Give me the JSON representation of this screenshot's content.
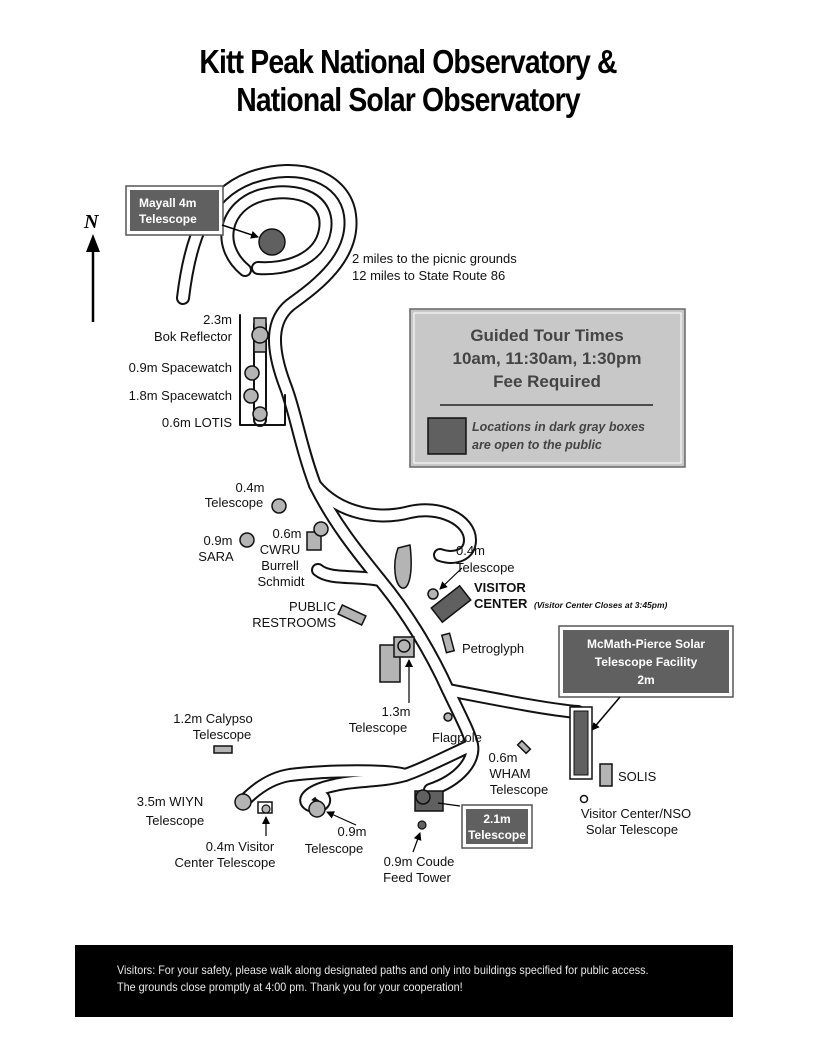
{
  "title": {
    "line1": "Kitt Peak National Observatory &",
    "line2": "National Solar Observatory"
  },
  "compass": {
    "label": "N",
    "icon": "north-arrow-icon"
  },
  "road_note": {
    "line1": "2 miles to the picnic grounds",
    "line2": "12 miles to State Route 86"
  },
  "tour_box": {
    "line1": "Guided Tour Times",
    "line2": "10am, 11:30am, 1:30pm",
    "line3": "Fee Required",
    "legend_line1": "Locations in dark gray boxes",
    "legend_line2": "are open to the public"
  },
  "public_boxes": {
    "mayall": {
      "line1": "Mayall 4m",
      "line2": "Telescope"
    },
    "mcmath": {
      "line1": "McMath-Pierce Solar",
      "line2": "Telescope Facility",
      "line3": "2m"
    },
    "t21": {
      "line1": "2.1m",
      "line2": "Telescope"
    }
  },
  "labels": {
    "bok": {
      "line1": "2.3m",
      "line2": "Bok Reflector"
    },
    "spacewatch09": "0.9m Spacewatch",
    "spacewatch18": "1.8m Spacewatch",
    "lotis": "0.6m LOTIS",
    "t04_upper": {
      "line1": "0.4m",
      "line2": "Telescope"
    },
    "sara": {
      "line1": "0.9m",
      "line2": "SARA"
    },
    "cwru": {
      "line1": "0.6m",
      "line2": "CWRU",
      "line3": "Burrell",
      "line4": "Schmidt"
    },
    "restrooms": {
      "line1": "PUBLIC",
      "line2": "RESTROOMS"
    },
    "t04_visitor": {
      "line1": "0.4m",
      "line2": "Telescope"
    },
    "visitor_center": {
      "line1": "VISITOR",
      "line2": "CENTER",
      "note": "(Visitor Center Closes at 3:45pm)"
    },
    "petroglyph": "Petroglyph",
    "t13": {
      "line1": "1.3m",
      "line2": "Telescope"
    },
    "calypso": {
      "line1": "1.2m Calypso",
      "line2": "Telescope"
    },
    "flagpole": "Flagpole",
    "wham": {
      "line1": "0.6m",
      "line2": "WHAM",
      "line3": "Telescope"
    },
    "solis": "SOLIS",
    "nso_solar": {
      "line1": "Visitor Center/NSO",
      "line2": "Solar Telescope"
    },
    "wiyn": {
      "line1": "3.5m WIYN",
      "line2": "Telescope"
    },
    "visitor_04": {
      "line1": "0.4m Visitor",
      "line2": "Center Telescope"
    },
    "t09": {
      "line1": "0.9m",
      "line2": "Telescope"
    },
    "coude": {
      "line1": "0.9m Coude",
      "line2": "Feed Tower"
    }
  },
  "colors": {
    "public_box": "#606060",
    "building": "#b4b4b4",
    "tour_box_bg": "#c8c8c8",
    "footer_bg": "#000000"
  },
  "footer": {
    "line1": "Visitors:  For your safety, please walk along designated paths and only into buildings specified for public access.",
    "line2": "The grounds close promptly at 4:00 pm.  Thank you for your cooperation!"
  }
}
